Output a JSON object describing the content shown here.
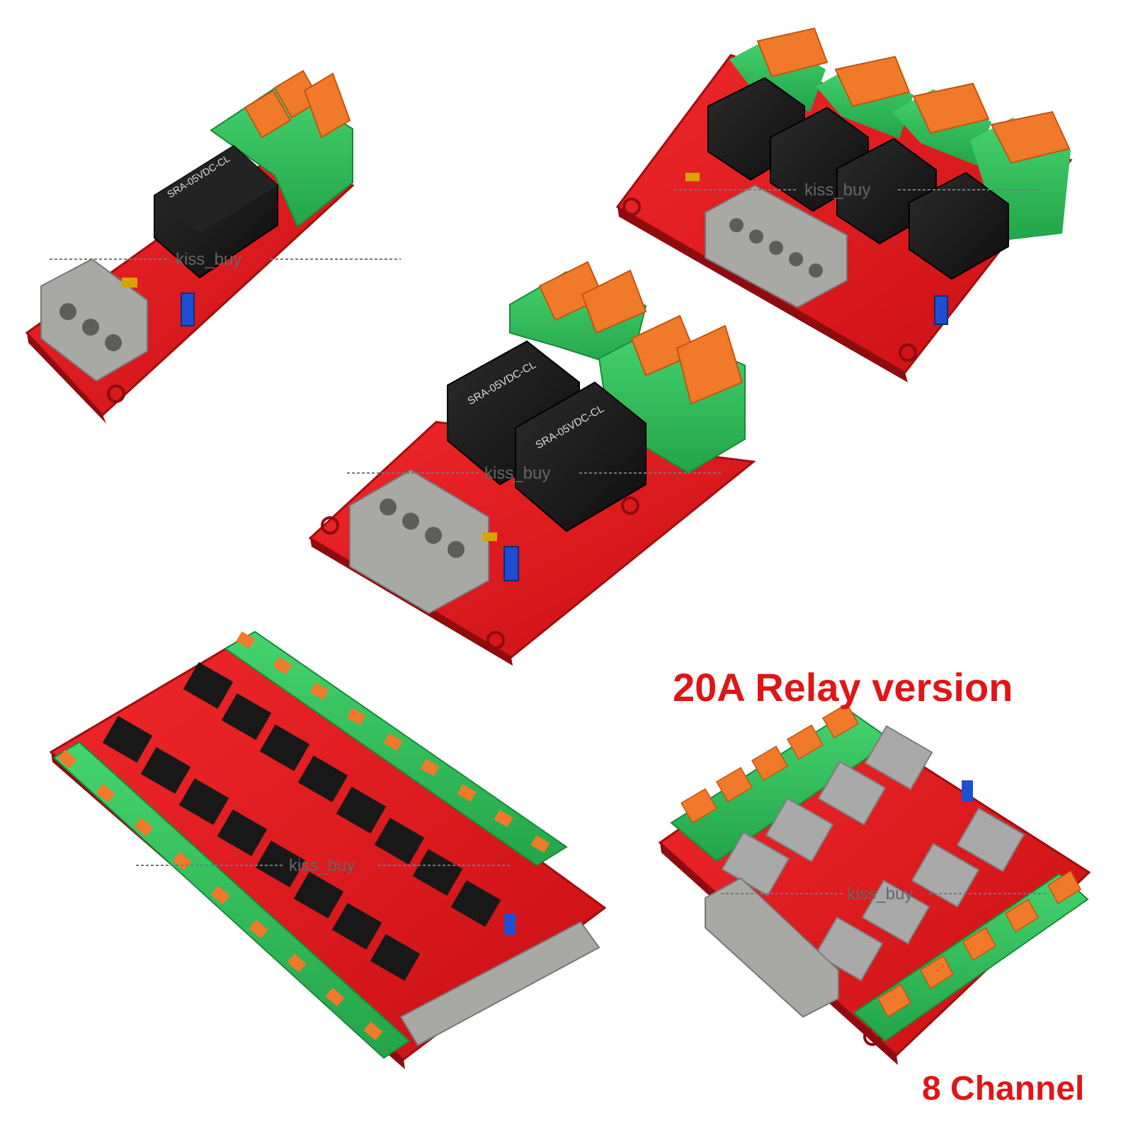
{
  "captions": {
    "relay_version": "20A Relay version",
    "channel": "8 Channel"
  },
  "watermark": "kiss_buy",
  "relay_marking": "SRA-05VDC-CL",
  "colors": {
    "pcb_red": "#e0161b",
    "terminal_green": "#2fbd5a",
    "lever_orange": "#f07a2a",
    "relay_black": "#1a1a1a",
    "relay_grey": "#a9a9a9",
    "terminal_grey": "#a8a8a4",
    "caption_red": "#e01616"
  },
  "boards": [
    {
      "name": "1 channel relay module",
      "relays": 1
    },
    {
      "name": "4 channel relay module",
      "relays": 4
    },
    {
      "name": "2 channel relay module",
      "relays": 2
    },
    {
      "name": "16 channel relay module",
      "relays": 16
    },
    {
      "name": "8 channel relay module",
      "relays": 8
    }
  ]
}
